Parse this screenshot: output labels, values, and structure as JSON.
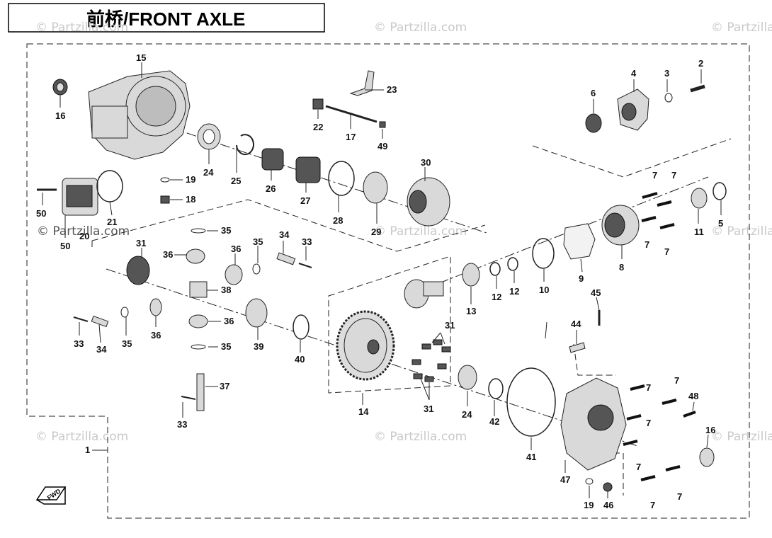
{
  "title": "前桥/FRONT AXLE",
  "watermark": "© Partzilla.com",
  "fwd_label": "FWD",
  "callouts": [
    "1",
    "2",
    "3",
    "4",
    "5",
    "6",
    "7",
    "8",
    "9",
    "10",
    "11",
    "12",
    "13",
    "14",
    "15",
    "16",
    "17",
    "18",
    "19",
    "20",
    "21",
    "22",
    "23",
    "24",
    "25",
    "26",
    "27",
    "28",
    "29",
    "30",
    "31",
    "33",
    "34",
    "35",
    "36",
    "37",
    "38",
    "39",
    "40",
    "41",
    "42",
    "44",
    "45",
    "46",
    "47",
    "48",
    "49",
    "50"
  ]
}
